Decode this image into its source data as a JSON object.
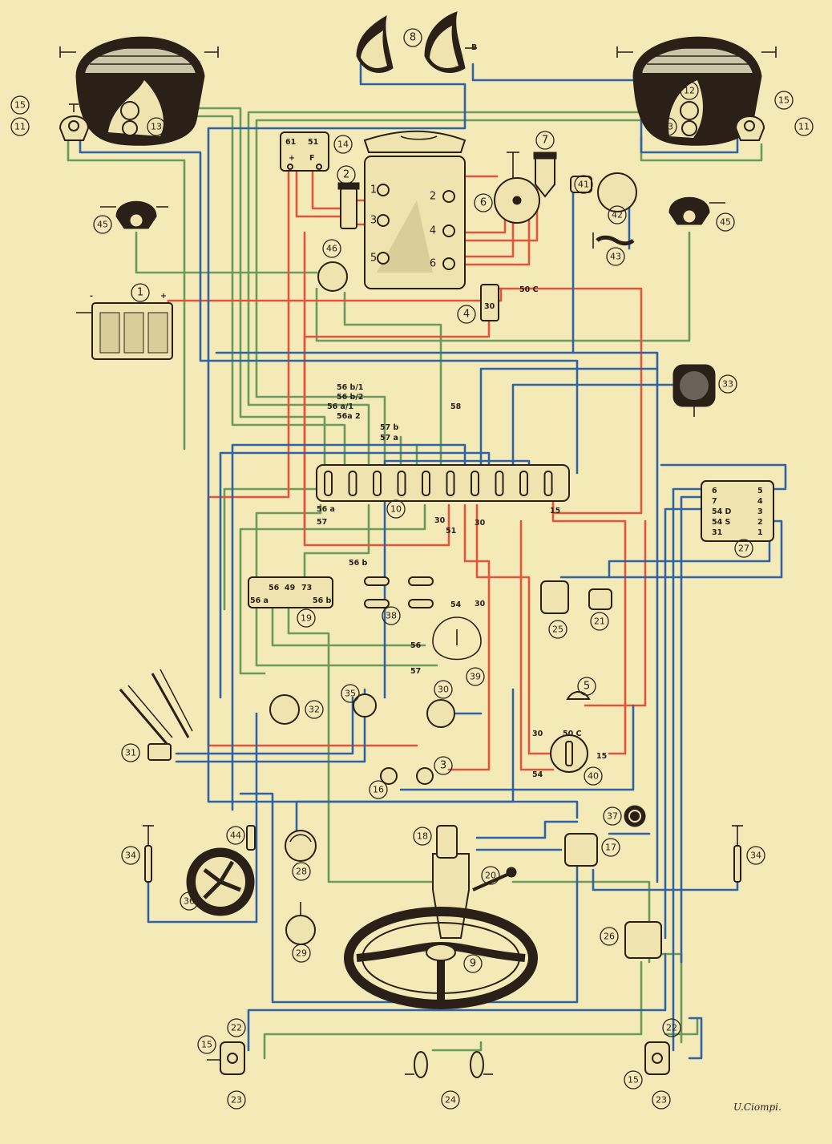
{
  "colors": {
    "paper": "#f4eab8",
    "ink": "#2a2018",
    "wire_red": "#e2553c",
    "wire_green": "#6a9a5c",
    "wire_blue": "#2f63a6"
  },
  "components": [
    {
      "id": "c1",
      "n": "1"
    },
    {
      "id": "c2",
      "n": "2"
    },
    {
      "id": "c3",
      "n": "3"
    },
    {
      "id": "c4",
      "n": "4"
    },
    {
      "id": "c5",
      "n": "5"
    },
    {
      "id": "c6",
      "n": "6"
    },
    {
      "id": "c7",
      "n": "7"
    },
    {
      "id": "c8",
      "n": "8"
    },
    {
      "id": "c9",
      "n": "9"
    },
    {
      "id": "c10",
      "n": "10"
    },
    {
      "id": "c11a",
      "n": "11"
    },
    {
      "id": "c11b",
      "n": "11"
    },
    {
      "id": "c12a",
      "n": "12"
    },
    {
      "id": "c12b",
      "n": "12"
    },
    {
      "id": "c13a",
      "n": "13"
    },
    {
      "id": "c13b",
      "n": "13"
    },
    {
      "id": "c14",
      "n": "14"
    },
    {
      "id": "c15a",
      "n": "15"
    },
    {
      "id": "c15b",
      "n": "15"
    },
    {
      "id": "c15c",
      "n": "15"
    },
    {
      "id": "c15d",
      "n": "15"
    },
    {
      "id": "c16",
      "n": "16"
    },
    {
      "id": "c17",
      "n": "17"
    },
    {
      "id": "c18",
      "n": "18"
    },
    {
      "id": "c19",
      "n": "19"
    },
    {
      "id": "c20",
      "n": "20"
    },
    {
      "id": "c21",
      "n": "21"
    },
    {
      "id": "c22a",
      "n": "22"
    },
    {
      "id": "c22b",
      "n": "22"
    },
    {
      "id": "c23a",
      "n": "23"
    },
    {
      "id": "c23b",
      "n": "23"
    },
    {
      "id": "c24",
      "n": "24"
    },
    {
      "id": "c25",
      "n": "25"
    },
    {
      "id": "c26",
      "n": "26"
    },
    {
      "id": "c27",
      "n": "27"
    },
    {
      "id": "c28",
      "n": "28"
    },
    {
      "id": "c29",
      "n": "29"
    },
    {
      "id": "c30",
      "n": "30"
    },
    {
      "id": "c31",
      "n": "31"
    },
    {
      "id": "c32",
      "n": "32"
    },
    {
      "id": "c33",
      "n": "33"
    },
    {
      "id": "c34a",
      "n": "34"
    },
    {
      "id": "c34b",
      "n": "34"
    },
    {
      "id": "c35",
      "n": "35"
    },
    {
      "id": "c36",
      "n": "36"
    },
    {
      "id": "c37",
      "n": "37"
    },
    {
      "id": "c38",
      "n": "38"
    },
    {
      "id": "c39",
      "n": "39"
    },
    {
      "id": "c40",
      "n": "40"
    },
    {
      "id": "c41",
      "n": "41"
    },
    {
      "id": "c42",
      "n": "42"
    },
    {
      "id": "c43",
      "n": "43"
    },
    {
      "id": "c44",
      "n": "44"
    },
    {
      "id": "c45a",
      "n": "45"
    },
    {
      "id": "c45b",
      "n": "45"
    },
    {
      "id": "c46",
      "n": "46"
    },
    {
      "id": "d1",
      "n": "1"
    },
    {
      "id": "d2",
      "n": "2"
    },
    {
      "id": "d3",
      "n": "3"
    },
    {
      "id": "d4",
      "n": "4"
    },
    {
      "id": "d5",
      "n": "5"
    },
    {
      "id": "d6",
      "n": "6"
    }
  ],
  "terminals": {
    "battery_minus": "-",
    "battery_plus": "+",
    "t14_61": "61",
    "t14_51": "51",
    "t14_plus": "+",
    "t14_F": "F",
    "t4_50c": "50 C",
    "t4_30": "30",
    "h_56b1": "56 b/1",
    "h_56b2": "56 b/2",
    "h_56a1": "56 a/1",
    "h_56a2": "56a 2",
    "h_57b": "57 b",
    "h_57a": "57 a",
    "h_58": "58",
    "f_56a": "56 a",
    "f_57": "57",
    "f_30a": "30",
    "f_51": "51",
    "f_30b": "30",
    "f_15": "15",
    "f_56b": "56 b",
    "f_30c": "30",
    "t19_56a": "56 a",
    "t19_56": "56",
    "t19_49": "49",
    "t19_73": "73",
    "t19_56b": "56 b",
    "t39_54": "54",
    "t39_56": "56",
    "t39_57": "57",
    "t27_6": "6",
    "t27_7": "7",
    "t27_54d": "54 D",
    "t27_54s": "54 S",
    "t27_31": "31",
    "t27_5": "5",
    "t27_4": "4",
    "t27_3": "3",
    "t27_2": "2",
    "t27_1": "1",
    "t40_30": "30",
    "t40_50c": "50 C",
    "t40_15": "15",
    "t40_54": "54",
    "t8_b": "B"
  },
  "signature": "U.Ciompi."
}
